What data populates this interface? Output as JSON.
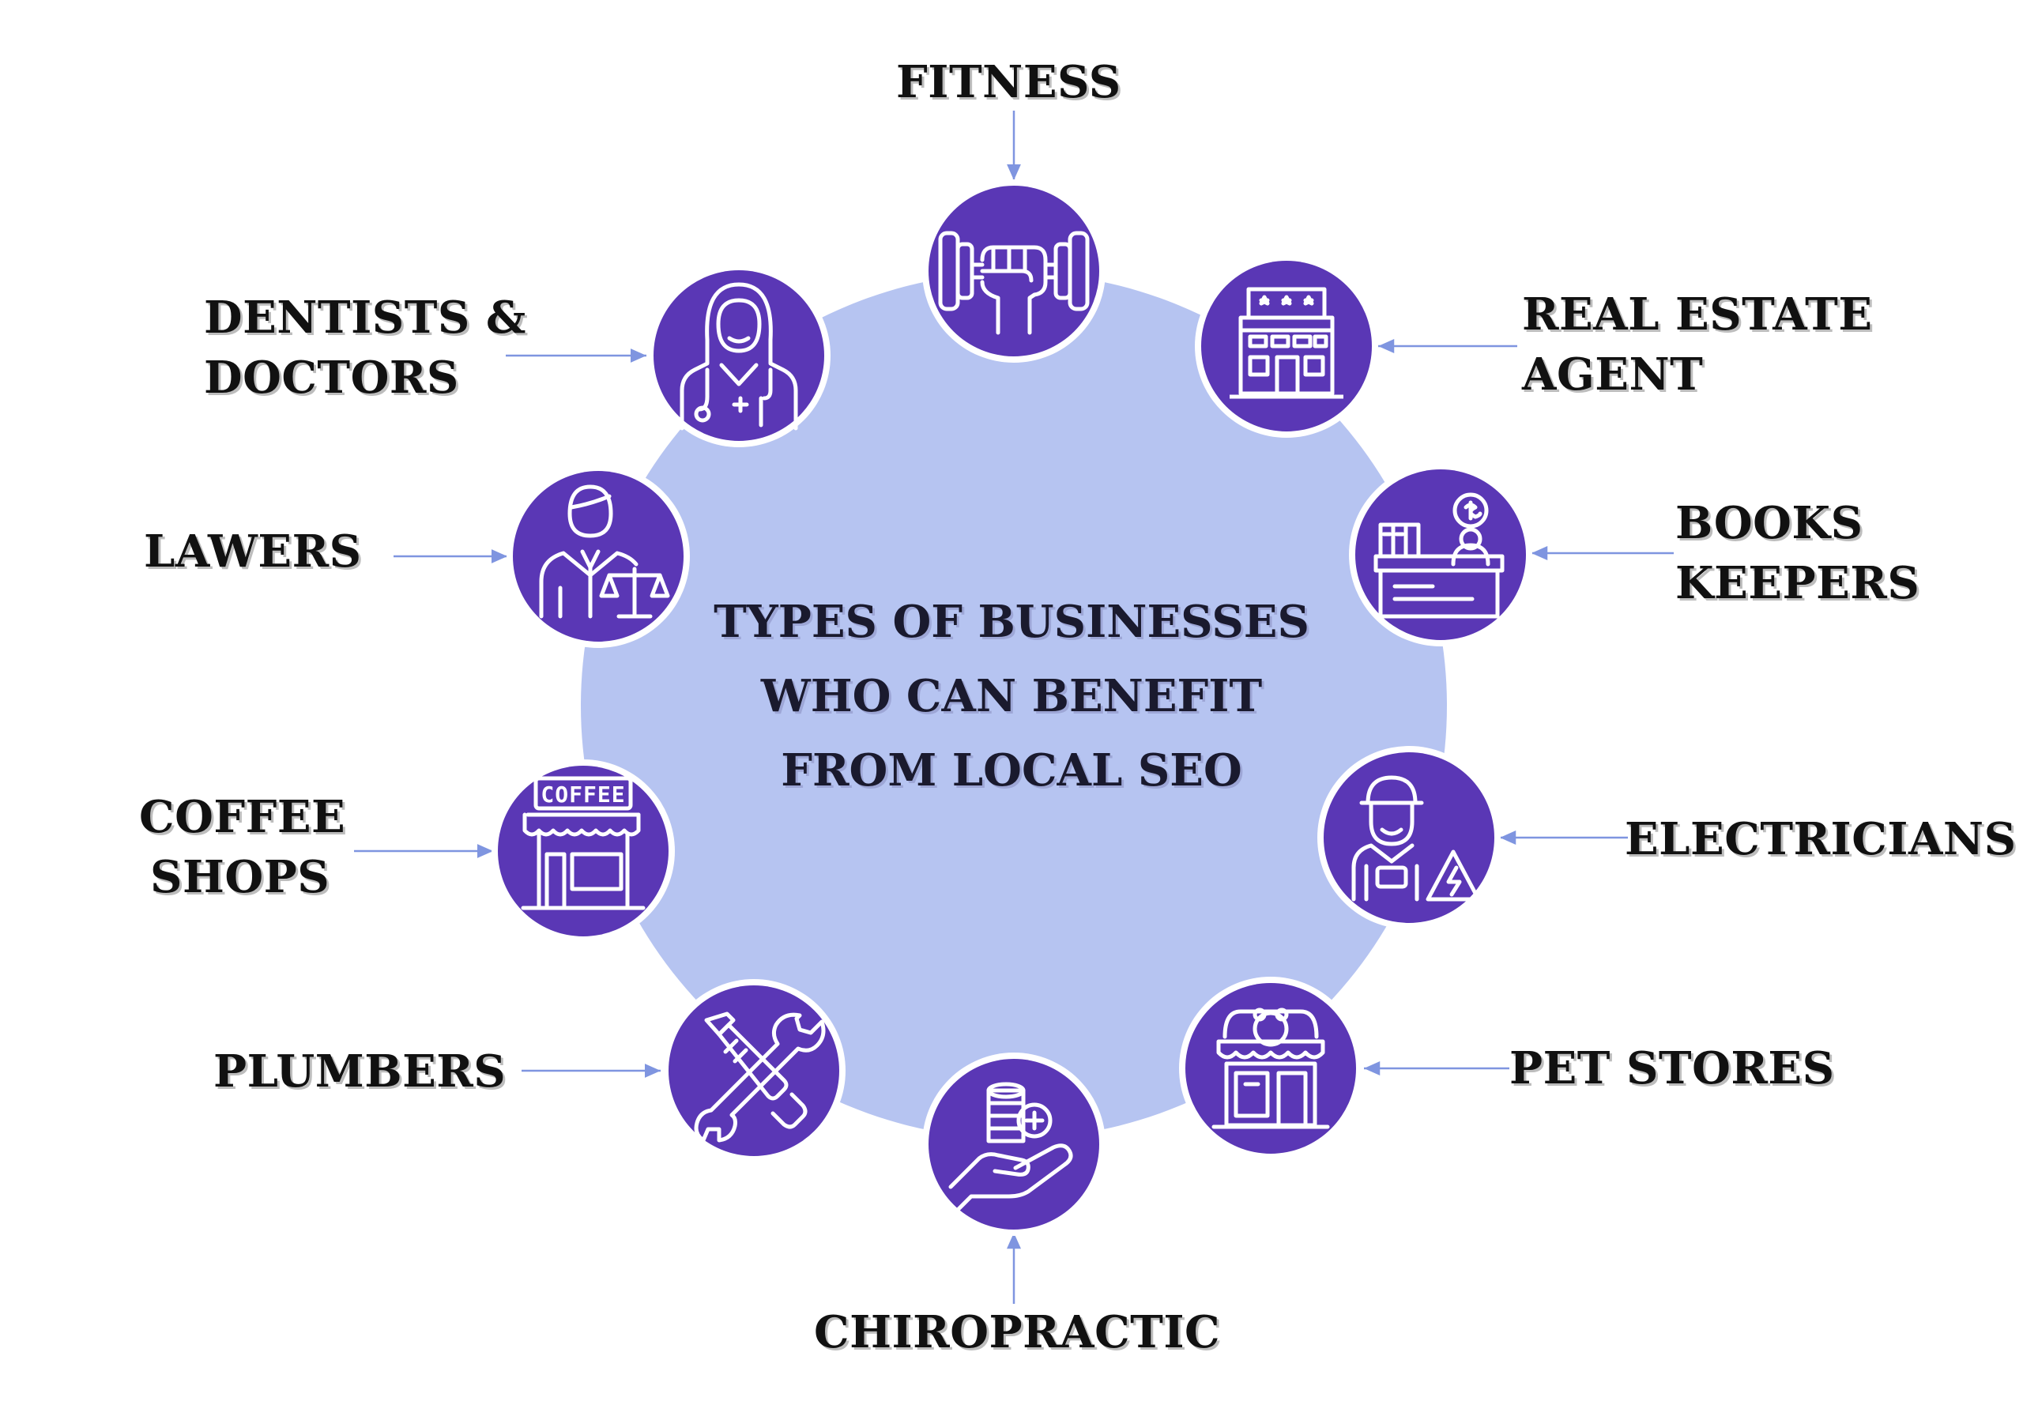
{
  "center": {
    "lines": [
      "TYPES OF BUSINESSES",
      "WHO CAN BENEFIT",
      "FROM LOCAL SEO"
    ]
  },
  "colors": {
    "hub": "#b6c4f1",
    "node": "#5a37b5",
    "node_ring": "#ffffff",
    "connector": "#7f95e0",
    "label": "#111111"
  },
  "nodes": [
    {
      "id": "fitness",
      "icon": "dumbbell-fist-icon",
      "label": [
        "FITNESS"
      ]
    },
    {
      "id": "real-estate",
      "icon": "hotel-building-icon",
      "label": [
        "REAL ESTATE",
        "AGENT"
      ]
    },
    {
      "id": "books-keepers",
      "icon": "accountant-desk-icon",
      "label": [
        "BOOKS",
        "KEEPERS"
      ]
    },
    {
      "id": "electricians",
      "icon": "electrician-icon",
      "label": [
        "ELECTRICIANS"
      ]
    },
    {
      "id": "pet-stores",
      "icon": "pet-shop-icon",
      "label": [
        "PET STORES"
      ]
    },
    {
      "id": "chiropractic",
      "icon": "hand-stack-icon",
      "label": [
        "CHIROPRACTIC"
      ]
    },
    {
      "id": "plumbers",
      "icon": "wrench-tools-icon",
      "label": [
        "PLUMBERS"
      ]
    },
    {
      "id": "coffee-shops",
      "icon": "coffee-shop-icon",
      "label": [
        "COFFEE",
        "SHOPS"
      ],
      "sign": "COFFEE"
    },
    {
      "id": "lawyers",
      "icon": "lawyer-scales-icon",
      "label": [
        "LAWERS"
      ]
    },
    {
      "id": "dentists-doctors",
      "icon": "doctor-icon",
      "label": [
        "DENTISTS &",
        "DOCTORS"
      ]
    }
  ]
}
